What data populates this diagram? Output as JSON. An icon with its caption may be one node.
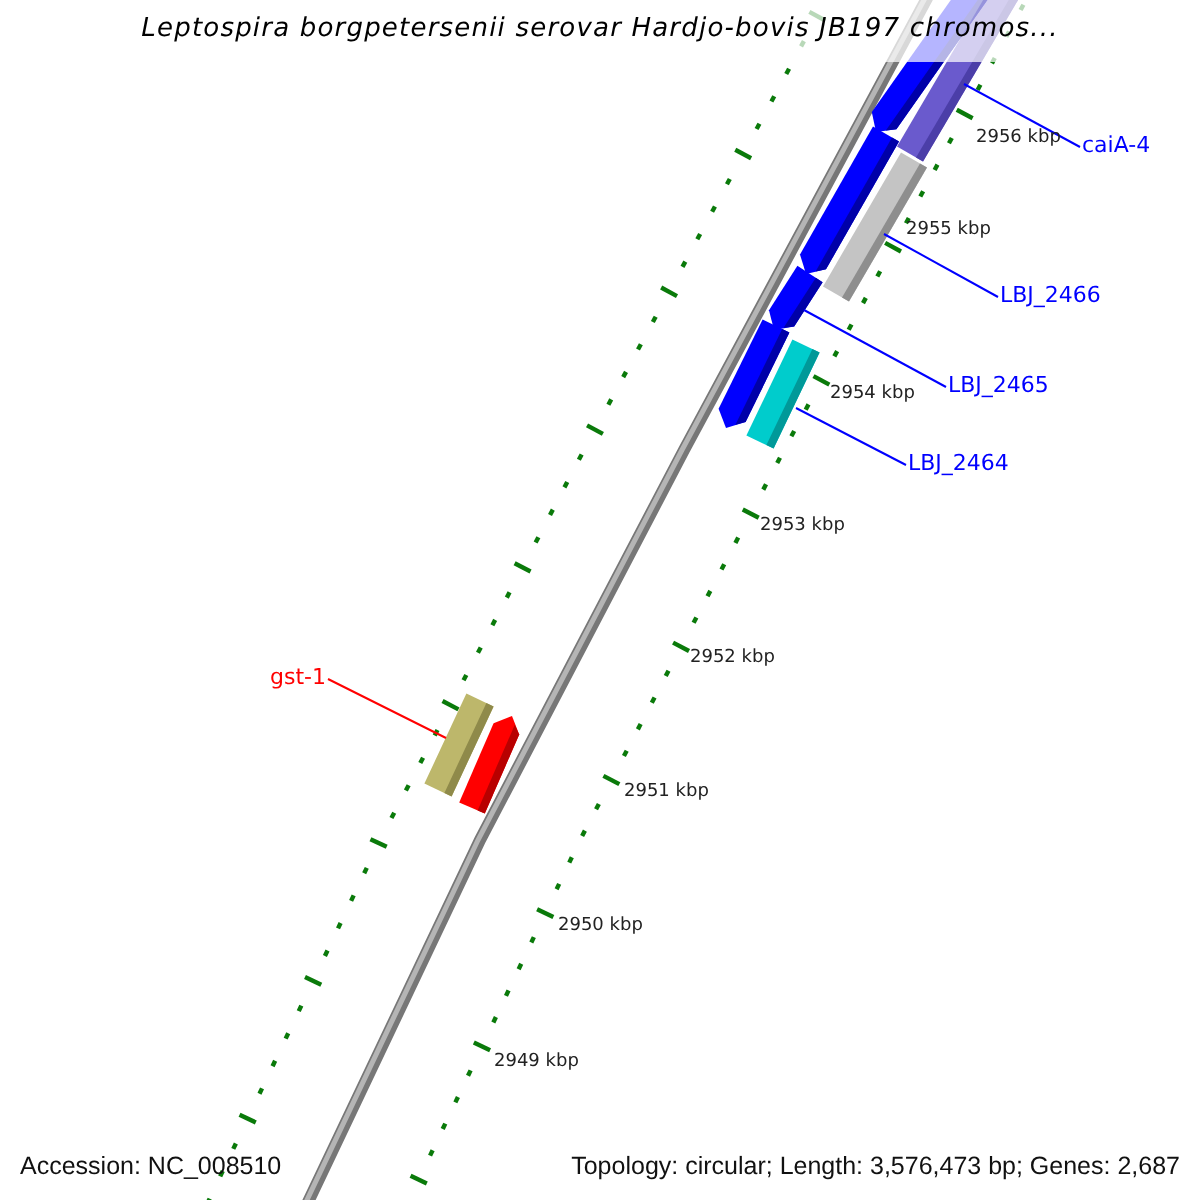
{
  "diagram": {
    "title": "Leptospira borgpetersenii serovar Hardjo-bovis JB197 chromos...",
    "nodes": [
      {
        "text": [
          "caiA-4"
        ]
      },
      {
        "text": [],
        "shape": "bar"
      },
      {
        "text": [],
        "shape": "bar"
      },
      {
        "text": [
          "LBJ_2466"
        ]
      },
      {
        "text": [],
        "shape": "bar"
      },
      {
        "text": [],
        "shape": "bar"
      },
      {
        "text": [
          "LBJ_2465"
        ]
      },
      {
        "text": [],
        "shape": "bar"
      },
      {
        "text": [
          "LBJ_2464"
        ]
      },
      {
        "text": [],
        "shape": "bar"
      },
      {
        "text": [],
        "shape": "bar"
      },
      {
        "text": [
          "gst-1"
        ]
      },
      {
        "text": [],
        "shape": "bar"
      },
      {
        "text": [],
        "shape": "bar"
      }
    ],
    "edges": [
      {
        "from": 0,
        "to": 1,
        "arrow": "none"
      },
      {
        "from": 3,
        "to": 4,
        "arrow": "none"
      },
      {
        "from": 6,
        "to": 7,
        "arrow": "none"
      },
      {
        "from": 8,
        "to": 9,
        "arrow": "none"
      },
      {
        "from": 11,
        "to": 12,
        "arrow": "none",
        "color": "#ff0000"
      }
    ],
    "labels": [
      "2956 kbp",
      "2955 kbp",
      "2954 kbp",
      "2953 kbp",
      "2952 kbp",
      "2951 kbp",
      "2950 kbp",
      "2949 kbp",
      "Accession: NC_008510",
      "Topology: circular; Length: 3,576,473 bp; Genes: 2,687"
    ]
  }
}
